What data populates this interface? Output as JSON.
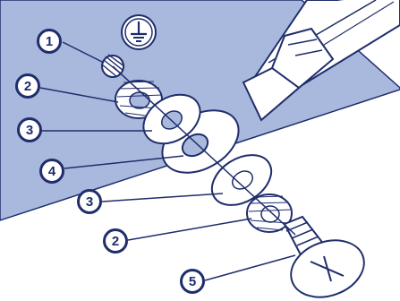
{
  "diagram": {
    "symbol": "protective-earth-ground-symbol",
    "colors": {
      "panel": "#a9b9de",
      "outline": "#1f2d6b",
      "fill_white": "#ffffff",
      "callout_ring": "#1f2d6b"
    },
    "callouts": [
      {
        "id": "nut",
        "label": "1"
      },
      {
        "id": "lock-washer-upper",
        "label": "2"
      },
      {
        "id": "flat-washer-upper",
        "label": "3"
      },
      {
        "id": "ring-terminal",
        "label": "4"
      },
      {
        "id": "flat-washer-lower",
        "label": "3"
      },
      {
        "id": "lock-washer-lower",
        "label": "2"
      },
      {
        "id": "screw",
        "label": "5"
      }
    ]
  }
}
